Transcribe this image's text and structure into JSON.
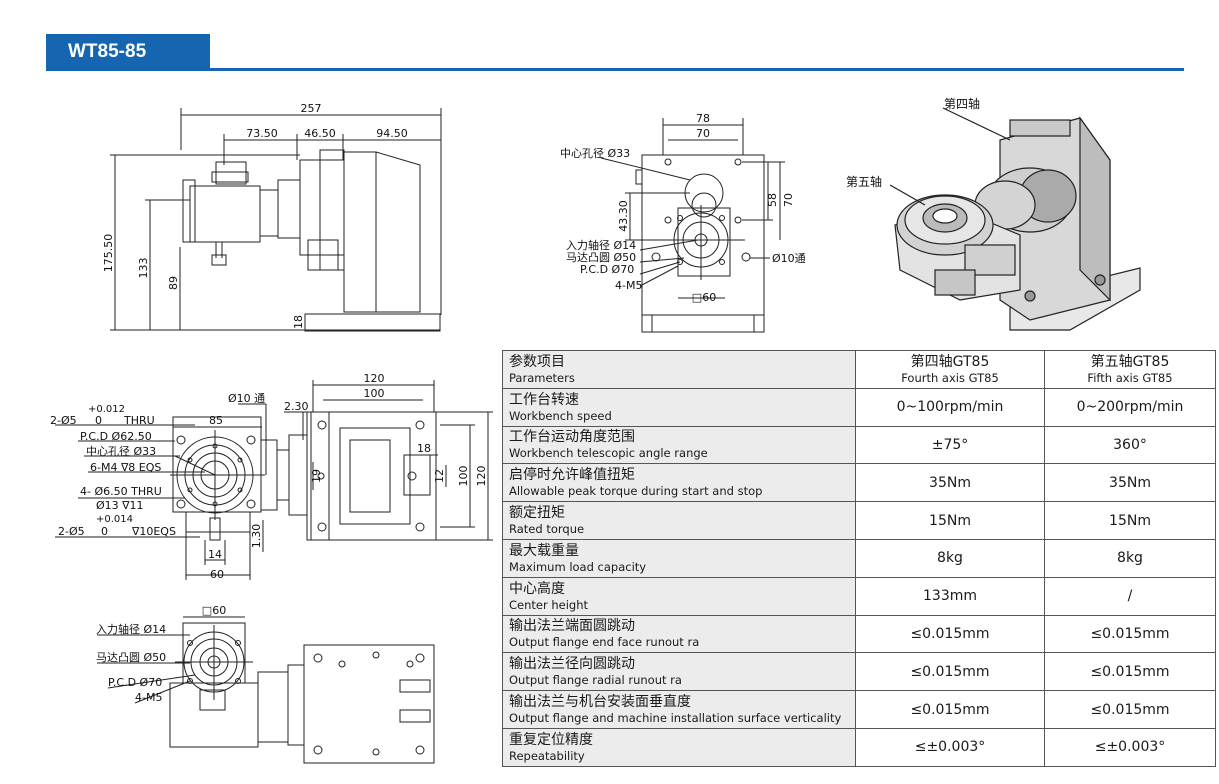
{
  "model": "WT85-85",
  "labels": {
    "side": {
      "d257": "257",
      "d7350": "73.50",
      "d4650": "46.50",
      "d9450": "94.50",
      "d17550": "175.50",
      "d133": "133",
      "d89": "89",
      "d18": "18"
    },
    "front": {
      "d78": "78",
      "d70": "70",
      "hole": "中心孔径 Ø33",
      "d4330": "43.30",
      "d58": "58",
      "d70v": "70",
      "input": "入力轴径 Ø14",
      "boss": "马达凸圆 Ø50",
      "pcd": "P.C.D Ø70",
      "m5": "4-M5",
      "through": "Ø10通",
      "sq60": "□60"
    },
    "iso": {
      "fourth": "第四轴",
      "fifth": "第五轴"
    },
    "top": {
      "tol1": "+0.012",
      "pin1a": "2-Ø5",
      "pin1b": "0",
      "thru": "THRU",
      "pcd": "P.C.D Ø62.50",
      "hole": "中心孔径 Ø33",
      "m4": "6-M4 ∇8 EQS",
      "holes": "4- Ø6.50 THRU",
      "cb": "Ø13 ∇11",
      "tol2": "+0.014",
      "pin2a": "2-Ø5",
      "pin2b": "0",
      "eqs": "∇10EQS",
      "d85": "85",
      "d10": "Ø10 通",
      "d230": "2.30",
      "d120": "120",
      "d100": "100",
      "d18": "18",
      "d12": "12",
      "d19": "19",
      "d100v": "100",
      "d120v": "120",
      "d14": "14",
      "d60": "60",
      "d130": "1.30"
    },
    "bottom": {
      "sq60": "□60",
      "input": "入力轴径 Ø14",
      "boss": "马达凸圆 Ø50",
      "pcd": "P.C.D Ø70",
      "m5": "4-M5"
    }
  },
  "table": {
    "header": {
      "param_zh": "参数项目",
      "param_en": "Parameters",
      "c4_zh": "第四轴GT85",
      "c4_en": "Fourth axis GT85",
      "c5_zh": "第五轴GT85",
      "c5_en": "Fifth axis GT85"
    },
    "rows": [
      {
        "zh": "工作台转速",
        "en": "Workbench speed",
        "v4": "0~100rpm/min",
        "v5": "0~200rpm/min"
      },
      {
        "zh": "工作台运动角度范围",
        "en": "Workbench telescopic angle range",
        "v4": "±75°",
        "v5": "360°"
      },
      {
        "zh": "启停时允许峰值扭矩",
        "en": "Allowable peak torque during start and stop",
        "v4": "35Nm",
        "v5": "35Nm"
      },
      {
        "zh": " 额定扭矩",
        "en": "Rated torque",
        "v4": "15Nm",
        "v5": "15Nm"
      },
      {
        "zh": "最大载重量",
        "en": "Maximum load capacity",
        "v4": "8kg",
        "v5": "8kg"
      },
      {
        "zh": "中心高度",
        "en": "Center height",
        "v4": "133mm",
        "v5": "/"
      },
      {
        "zh": "输出法兰端面圆跳动",
        "en": "Output flange end face runout ra",
        "v4": "≤0.015mm",
        "v5": "≤0.015mm"
      },
      {
        "zh": "输出法兰径向圆跳动",
        "en": "Output flange radial runout ra",
        "v4": "≤0.015mm",
        "v5": "≤0.015mm"
      },
      {
        "zh": "输出法兰与机台安装面垂直度",
        "en": "Output flange and machine installation surface verticality",
        "v4": "≤0.015mm",
        "v5": "≤0.015mm"
      },
      {
        "zh": "重复定位精度",
        "en": "Repeatability",
        "v4": "≤±0.003°",
        "v5": "≤±0.003°"
      }
    ]
  }
}
